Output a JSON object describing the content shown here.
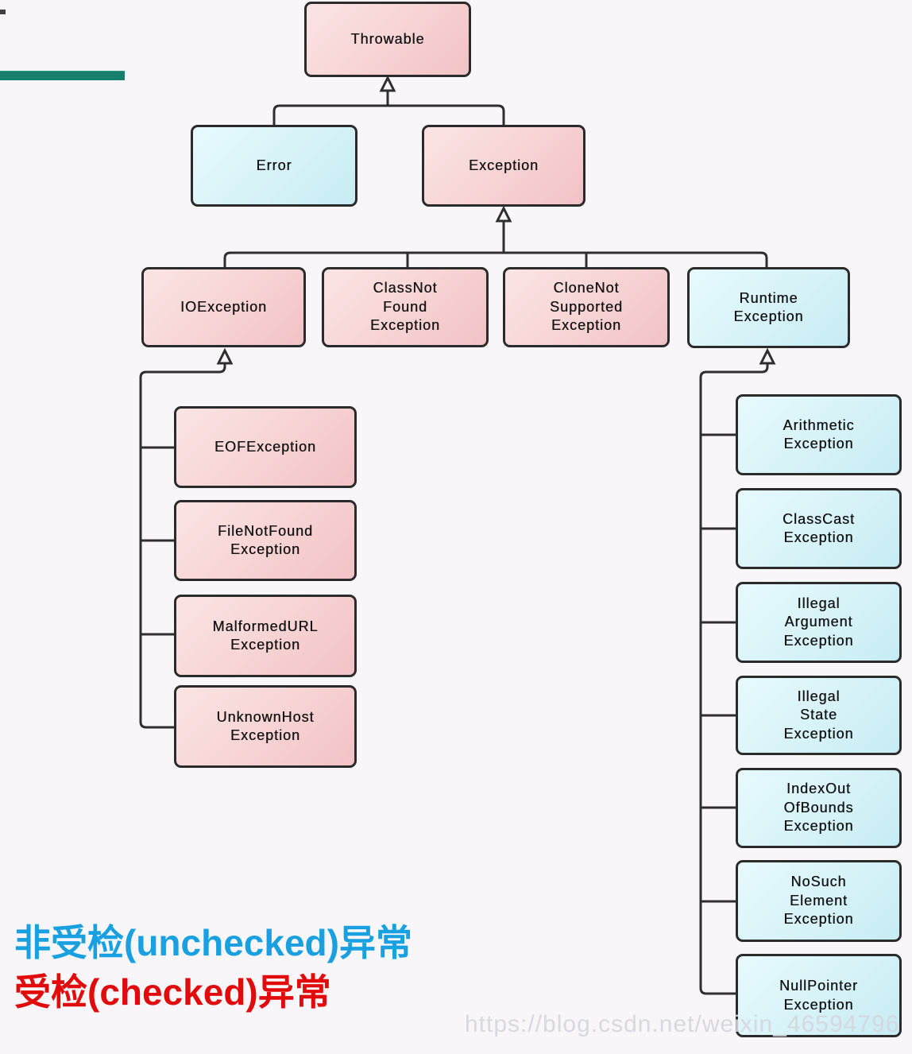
{
  "diagram": {
    "title_implicit": "Java Throwable exception hierarchy",
    "nodes": {
      "throwable": {
        "label": "Throwable",
        "category": "checked"
      },
      "error": {
        "label": "Error",
        "category": "unchecked"
      },
      "exception": {
        "label": "Exception",
        "category": "checked"
      },
      "io_exception": {
        "label": "IOException",
        "category": "checked"
      },
      "class_not_found": {
        "label": "ClassNot\nFound\nException",
        "category": "checked"
      },
      "clone_not_supported": {
        "label": "CloneNot\nSupported\nException",
        "category": "checked"
      },
      "runtime_exception": {
        "label": "Runtime\nException",
        "category": "unchecked"
      },
      "eof_exception": {
        "label": "EOFException",
        "category": "checked"
      },
      "file_not_found": {
        "label": "FileNotFound\nException",
        "category": "checked"
      },
      "malformed_url": {
        "label": "MalformedURL\nException",
        "category": "checked"
      },
      "unknown_host": {
        "label": "UnknownHost\nException",
        "category": "checked"
      },
      "arithmetic": {
        "label": "Arithmetic\nException",
        "category": "unchecked"
      },
      "class_cast": {
        "label": "ClassCast\nException",
        "category": "unchecked"
      },
      "illegal_argument": {
        "label": "Illegal\nArgument\nException",
        "category": "unchecked"
      },
      "illegal_state": {
        "label": "Illegal\nState\nException",
        "category": "unchecked"
      },
      "index_out_of_bounds": {
        "label": "IndexOut\nOfBounds\nException",
        "category": "unchecked"
      },
      "no_such_element": {
        "label": "NoSuch\nElement\nException",
        "category": "unchecked"
      },
      "null_pointer": {
        "label": "NullPointer\nException",
        "category": "unchecked"
      }
    },
    "edges": [
      [
        "Throwable",
        "Error"
      ],
      [
        "Throwable",
        "Exception"
      ],
      [
        "Exception",
        "IOException"
      ],
      [
        "Exception",
        "ClassNotFoundException"
      ],
      [
        "Exception",
        "CloneNotSupportedException"
      ],
      [
        "Exception",
        "RuntimeException"
      ],
      [
        "IOException",
        "EOFException"
      ],
      [
        "IOException",
        "FileNotFoundException"
      ],
      [
        "IOException",
        "MalformedURLException"
      ],
      [
        "IOException",
        "UnknownHostException"
      ],
      [
        "RuntimeException",
        "ArithmeticException"
      ],
      [
        "RuntimeException",
        "ClassCastException"
      ],
      [
        "RuntimeException",
        "IllegalArgumentException"
      ],
      [
        "RuntimeException",
        "IllegalStateException"
      ],
      [
        "RuntimeException",
        "IndexOutOfBoundsException"
      ],
      [
        "RuntimeException",
        "NoSuchElementException"
      ],
      [
        "RuntimeException",
        "NullPointerException"
      ]
    ],
    "palette": {
      "checked_box_top": "#fbe4e4",
      "checked_box_bottom": "#f2c2c5",
      "unchecked_box_top": "#e7fafd",
      "unchecked_box_bottom": "#c7ecf3",
      "box_border": "#2b2b2b",
      "connector": "#2e2e2e",
      "background": "#f8f6f9",
      "teal_accent_bar": "#177f6c"
    }
  },
  "annotations": {
    "unchecked": {
      "text": "非受检(unchecked)异常",
      "color": "#19a0e0"
    },
    "checked": {
      "text": "受检(checked)异常",
      "color": "#e20b0b"
    }
  },
  "watermark": {
    "text": "https://blog.csdn.net/weixin_46594796",
    "color": "#d6d6de"
  }
}
